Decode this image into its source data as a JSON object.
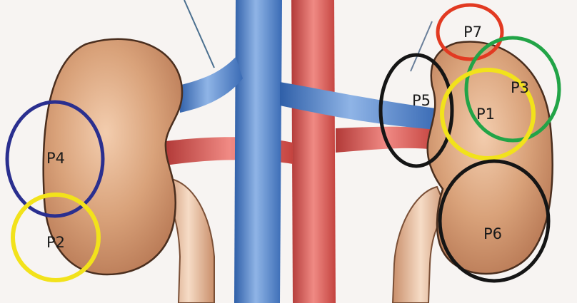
{
  "diagram": {
    "subject": "kidneys-with-renal-vessels",
    "colors": {
      "background": "#f7f4f2",
      "kidney": "#d9a27a",
      "kidney_shadow": "#b97a56",
      "kidney_highlight": "#f0c9a8",
      "vein": "#5b8fd1",
      "vein_dark": "#2f5fa8",
      "artery": "#d85a55",
      "artery_dark": "#b23a38",
      "ureter": "#e8bfa0"
    },
    "regions": [
      {
        "id": "P1",
        "label": "P1",
        "ring_color": "#f2e21b"
      },
      {
        "id": "P2",
        "label": "P2",
        "ring_color": "#f2e21b"
      },
      {
        "id": "P3",
        "label": "P3",
        "ring_color": "#22a447"
      },
      {
        "id": "P4",
        "label": "P4",
        "ring_color": "#2a2f8f"
      },
      {
        "id": "P5",
        "label": "P5",
        "ring_color": "#151515"
      },
      {
        "id": "P6",
        "label": "P6",
        "ring_color": "#151515"
      },
      {
        "id": "P7",
        "label": "P7",
        "ring_color": "#e23a22"
      }
    ]
  }
}
